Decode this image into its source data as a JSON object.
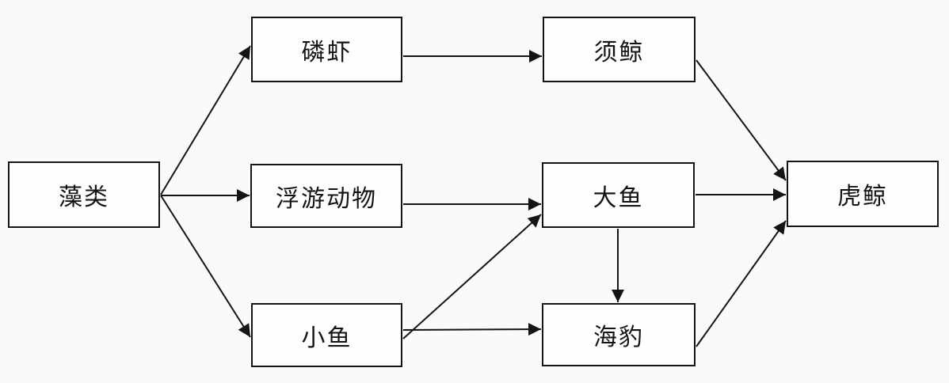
{
  "diagram": {
    "type": "food-web-flowchart",
    "nodes": [
      {
        "id": "algae",
        "label": "藻类"
      },
      {
        "id": "krill",
        "label": "磷虾"
      },
      {
        "id": "baleen-whale",
        "label": "须鲸"
      },
      {
        "id": "zooplankton",
        "label": "浮游动物"
      },
      {
        "id": "big-fish",
        "label": "大鱼"
      },
      {
        "id": "small-fish",
        "label": "小鱼"
      },
      {
        "id": "seal",
        "label": "海豹"
      },
      {
        "id": "killer-whale",
        "label": "虎鲸"
      }
    ],
    "edges": [
      {
        "from": "藻类",
        "to": "磷虾"
      },
      {
        "from": "藻类",
        "to": "浮游动物"
      },
      {
        "from": "藻类",
        "to": "小鱼"
      },
      {
        "from": "磷虾",
        "to": "须鲸"
      },
      {
        "from": "浮游动物",
        "to": "大鱼"
      },
      {
        "from": "小鱼",
        "to": "大鱼"
      },
      {
        "from": "小鱼",
        "to": "海豹"
      },
      {
        "from": "大鱼",
        "to": "海豹"
      },
      {
        "from": "大鱼",
        "to": "虎鲸"
      },
      {
        "from": "须鲸",
        "to": "虎鲸"
      },
      {
        "from": "海豹",
        "to": "虎鲸"
      }
    ],
    "colors": {
      "background": "#fafafa",
      "box_fill": "#fefefe",
      "box_border": "#141414",
      "line": "#141414",
      "text": "#141414"
    }
  }
}
